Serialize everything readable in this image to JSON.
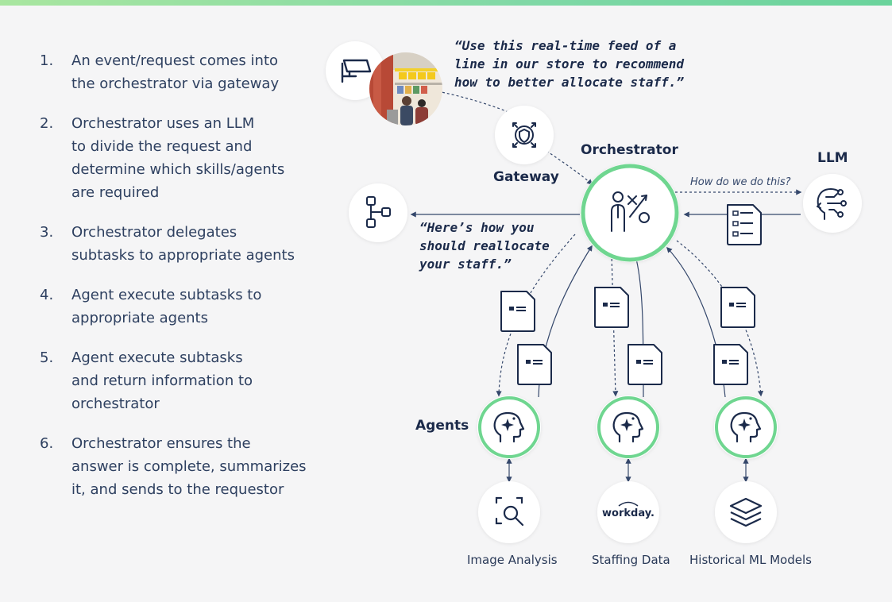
{
  "steps": [
    {
      "num": "1.",
      "text": "An event/request comes into\nthe orchestrator via gateway"
    },
    {
      "num": "2.",
      "text": "Orchestrator uses an LLM\nto divide the request and\ndetermine which skills/agents\nare required"
    },
    {
      "num": "3.",
      "text": "Orchestrator delegates\nsubtasks to appropriate agents"
    },
    {
      "num": "4.",
      "text": "Agent execute subtasks to\nappropriate agents"
    },
    {
      "num": "5.",
      "text": "Agent execute subtasks\nand return information to\norchestrator"
    },
    {
      "num": "6.",
      "text": "Orchestrator ensures the\nanswer is complete, summarizes\nit, and sends to the requestor"
    }
  ],
  "diagram": {
    "request_quote": "“Use this real-time feed of a\nline in our store to recommend\nhow to better allocate staff.”",
    "response_quote": "“Here’s how you\nshould reallocate\nyour staff.”",
    "gateway_label": "Gateway",
    "orchestrator_label": "Orchestrator",
    "llm_label": "LLM",
    "llm_question": "How do we do this?",
    "agents_label": "Agents",
    "workday_logo": "workday.",
    "tools": [
      {
        "label": "Image Analysis",
        "icon": "image-search-icon"
      },
      {
        "label": "Staffing Data",
        "icon": "workday-logo"
      },
      {
        "label": "Historical ML Models",
        "icon": "layers-icon"
      }
    ]
  },
  "colors": {
    "navy": "#1b2a4a",
    "ring_green": "#6fd690",
    "top_bar": "#8fdea6",
    "background": "#f5f5f6"
  }
}
